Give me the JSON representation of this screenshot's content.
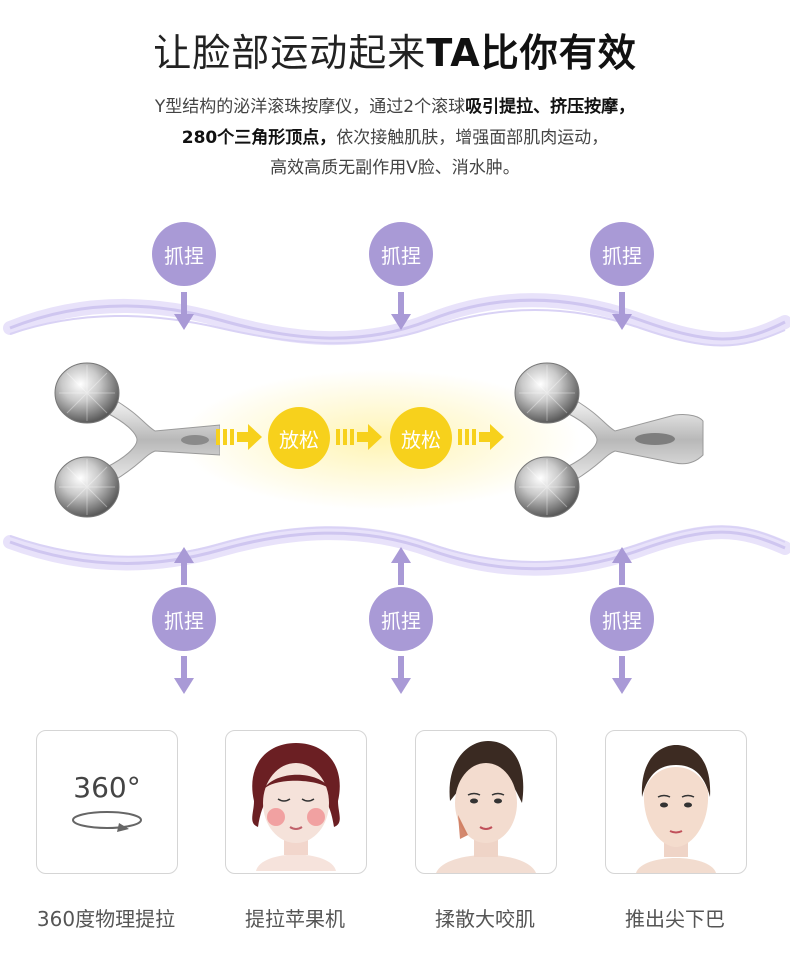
{
  "title": {
    "normal": "让脸部运动起来",
    "strong": "TA比你有效"
  },
  "description": {
    "line1_normal": "Y型结构的泌洋滚珠按摩仪，通过2个滚球",
    "line1_bold": "吸引提拉、挤压按摩，",
    "line2_bold": "280个三角形顶点，",
    "line2_normal": "依次接触肌肤，增强面部肌肉运动，",
    "line3": "高效高质无副作用V脸、消水肿。"
  },
  "diagram": {
    "squeeze_label": "抓捏",
    "relax_label": "放松"
  },
  "cards": [
    {
      "label": "360度物理提拉",
      "icon_text": "360°",
      "icon": "rotate-360-icon"
    },
    {
      "label": "提拉苹果机",
      "icon": "woman-face-cheeks-icon"
    },
    {
      "label": "揉散大咬肌",
      "icon": "woman-face-jaw-icon"
    },
    {
      "label": "推出尖下巴",
      "icon": "woman-face-chin-icon"
    }
  ],
  "colors": {
    "purple": "#a99ad6",
    "yellow": "#f7d11c",
    "wave": "#cfc6f0"
  }
}
